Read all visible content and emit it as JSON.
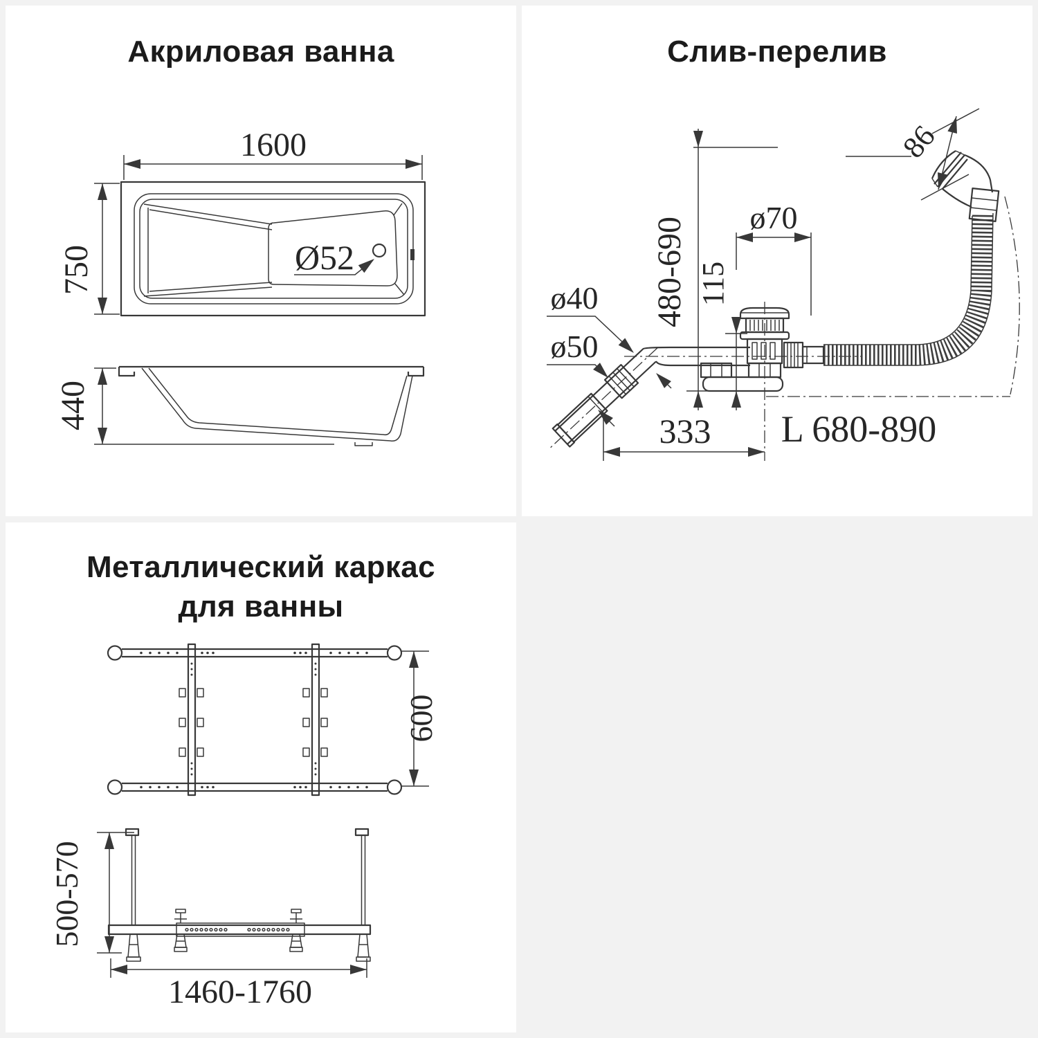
{
  "page": {
    "background": "#f2f2f2",
    "panel_background": "#ffffff",
    "line_color": "#383838",
    "text_color": "#262626",
    "title_color": "#1b1b1b"
  },
  "panels": {
    "bathtub": {
      "title": "Акриловая ванна",
      "dims": {
        "length": "1600",
        "width": "750",
        "drain_diameter": "Ø52",
        "height": "440"
      }
    },
    "drain": {
      "title": "Слив-перелив",
      "dims": {
        "overflow_width": "86",
        "height_range": "480-690",
        "cap_diameter": "ø70",
        "valve_height": "115",
        "outlet_diameter_inner": "ø40",
        "outlet_diameter_outer": "ø50",
        "horizontal_offset": "333",
        "hose_length": "L 680-890"
      }
    },
    "frame": {
      "title_line_1": "Металлический каркас",
      "title_line_2": "для ванны",
      "dims": {
        "width": "600",
        "height_range": "500-570",
        "length_range": "1460-1760"
      }
    }
  }
}
